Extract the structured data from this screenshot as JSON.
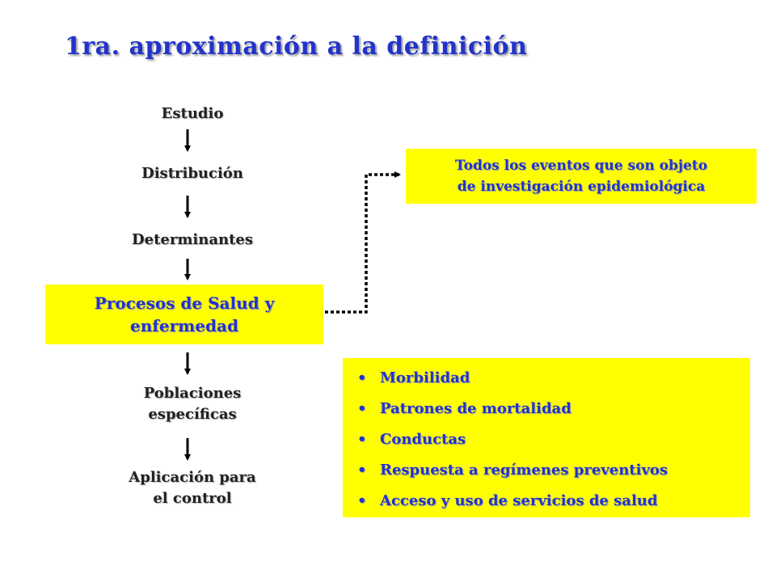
{
  "title": "1ra. aproximación a la definición",
  "steps": {
    "estudio": "Estudio",
    "distribucion": "Distribución",
    "determinantes": "Determinantes",
    "procesos_line1": "Procesos de Salud y",
    "procesos_line2": "enfermedad",
    "poblaciones_line1": "Poblaciones",
    "poblaciones_line2": "específicas",
    "aplicacion_line1": "Aplicación para",
    "aplicacion_line2": "el control"
  },
  "eventos": {
    "line1": "Todos los eventos que son objeto",
    "line2": "de investigación epidemiológica"
  },
  "list_items": [
    "Morbilidad",
    "Patrones de mortalidad",
    "Conductas",
    "Respuesta a regímenes preventivos",
    "Acceso y uso de servicios de salud"
  ],
  "colors": {
    "highlight": "#ffff00",
    "accent_text": "#2233cc"
  }
}
